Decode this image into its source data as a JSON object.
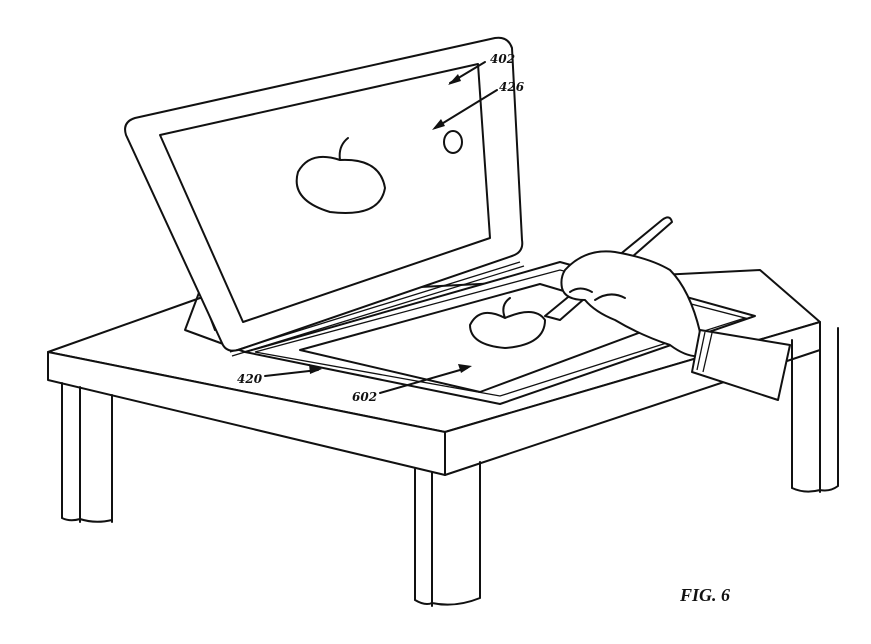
{
  "labels": {
    "device": "402",
    "button": "426",
    "cover": "420",
    "input_surface": "602"
  },
  "figure_caption": "FIG. 6"
}
